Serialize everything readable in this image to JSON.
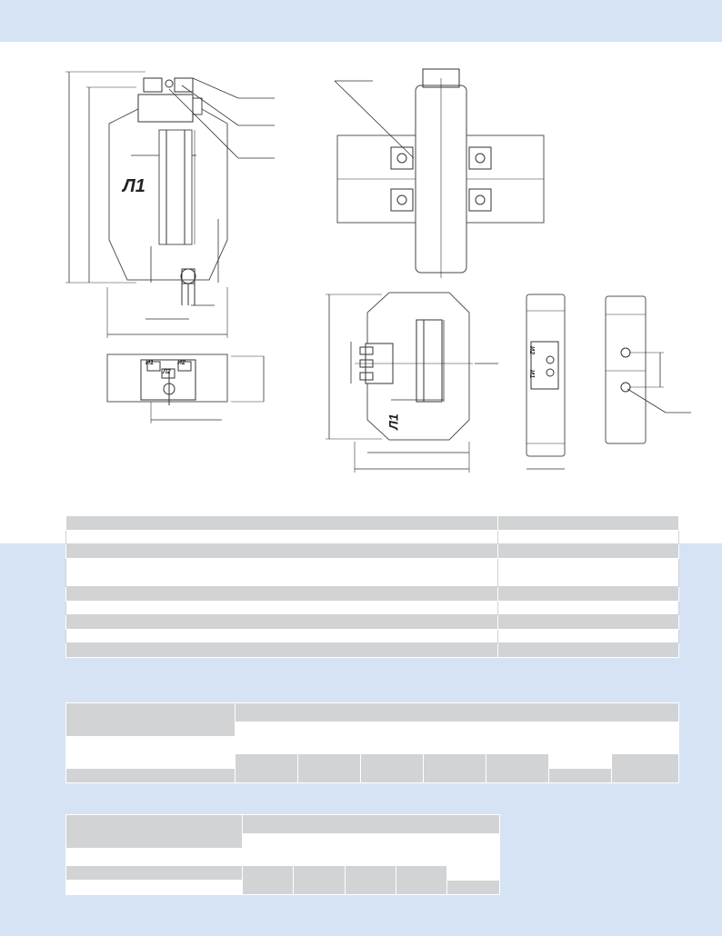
{
  "drawing": {
    "label_front": "Л1",
    "label_rear": "Л1"
  },
  "terminal_marks": {
    "front_left": "И1",
    "front_right": "И2",
    "front_center": "Л2",
    "side_top": "И2",
    "side_bottom": "И1"
  },
  "colors": {
    "band": "#d5e3f5",
    "table_header": "#d1d3d4",
    "line": "#333333"
  }
}
